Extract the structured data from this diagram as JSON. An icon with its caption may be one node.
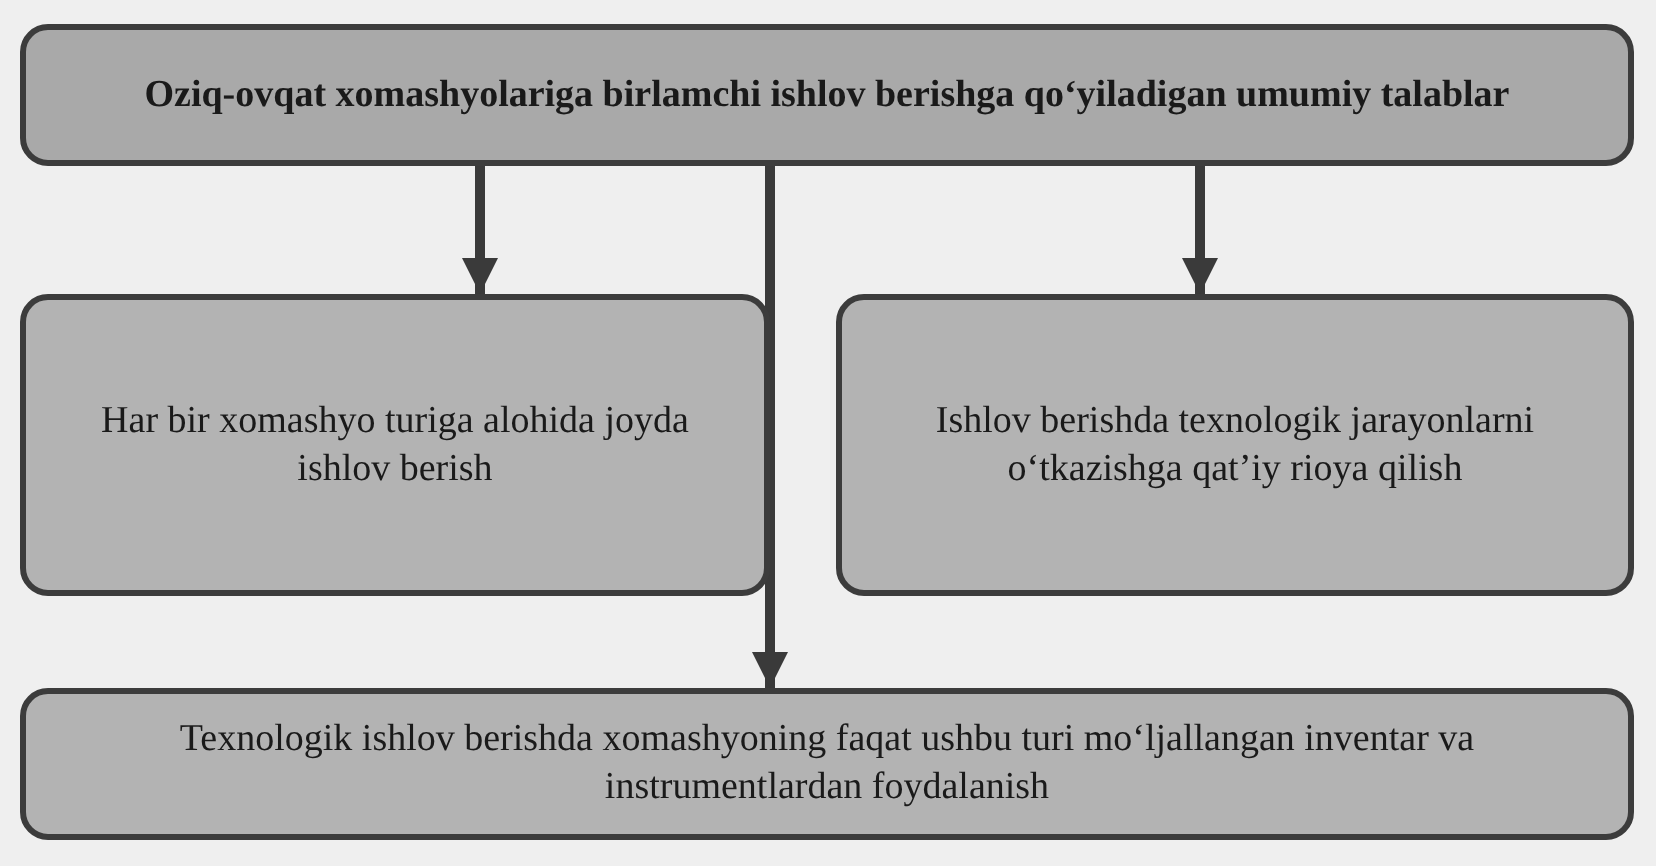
{
  "diagram": {
    "nodes": [
      {
        "text": [
          "Oziq-ovqat xomashyolariga birlamchi ishlov berishga qo‘yiladigan umumiy talablar"
        ]
      },
      {
        "text": [
          "Har bir xomashyo turiga alohida joyda ishlov berish"
        ]
      },
      {
        "text": [
          "Ishlov berishda texnologik jarayonlarni o‘tkazishga qat’iy rioya qilish"
        ]
      },
      {
        "text": [
          "Texnologik ishlov berishda xomashyoning faqat ushbu turi mo‘ljallangan inventar va instrumentlardan foydalanish"
        ]
      }
    ],
    "edges": [
      {
        "from": 0,
        "to": 1,
        "arrow": "to"
      },
      {
        "from": 0,
        "to": 2,
        "arrow": "to"
      },
      {
        "from": 0,
        "to": 3,
        "arrow": "to"
      }
    ]
  }
}
